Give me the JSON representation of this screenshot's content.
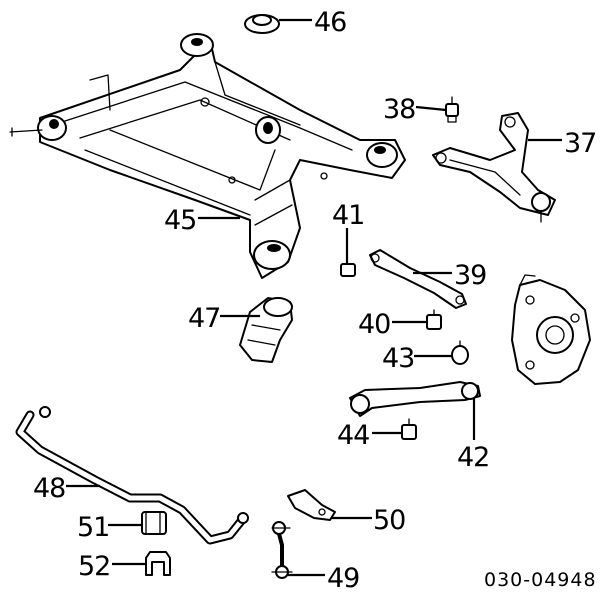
{
  "reference_code": "030-04948",
  "callouts": {
    "c37": "37",
    "c38": "38",
    "c39": "39",
    "c40": "40",
    "c41": "41",
    "c42": "42",
    "c43": "43",
    "c44": "44",
    "c45": "45",
    "c46": "46",
    "c47": "47",
    "c48": "48",
    "c49": "49",
    "c50": "50",
    "c51": "51",
    "c52": "52"
  },
  "colors": {
    "line": "#000000",
    "background": "#ffffff"
  }
}
